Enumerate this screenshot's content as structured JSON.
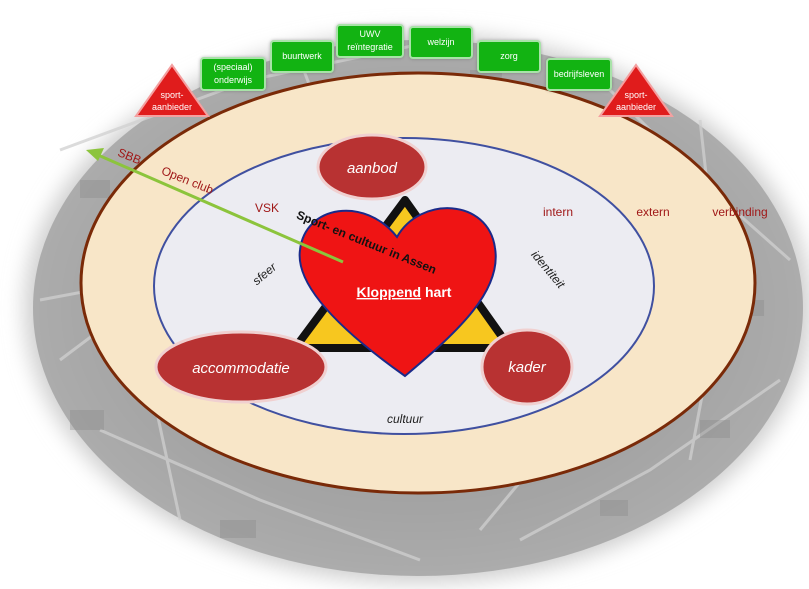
{
  "colors": {
    "outer_ellipse": "#f8e6c8",
    "outer_border": "#7a2a08",
    "inner_ellipse": "#ececf2",
    "inner_border": "#4050a0",
    "heart": "#ef1414",
    "triangle": "#f7c71f",
    "oval_red": "#b83232",
    "green_box": "#12b312",
    "arrow": "#8cc43c",
    "dark_red_text": "#a01818"
  },
  "stakeholders": {
    "onderwijs_line1": "(speciaal)",
    "onderwijs_line2": "onderwijs",
    "buurtwerk": "buurtwerk",
    "uwv_line1": "UWV",
    "uwv_line2": "reïntegratie",
    "welzijn": "welzijn",
    "zorg": "zorg",
    "bedrijfsleven": "bedrijfsleven"
  },
  "providers": {
    "left_line1": "sport-",
    "left_line2": "aanbieder",
    "right_line1": "sport-",
    "right_line2": "aanbieder"
  },
  "ovals": {
    "aanbod": "aanbod",
    "accommodatie": "accommodatie",
    "kader": "kader"
  },
  "labels": {
    "sbb": "SBB",
    "open_club": "Open club",
    "vsk": "VSK",
    "intern": "intern",
    "extern": "extern",
    "verbinding": "verbinding",
    "sfeer": "sfeer",
    "identiteit": "identiteit",
    "cultuur": "cultuur",
    "heart_title": "Sport- en cultuur in  Assen",
    "kloppend": "Kloppend",
    "hart": " hart"
  }
}
